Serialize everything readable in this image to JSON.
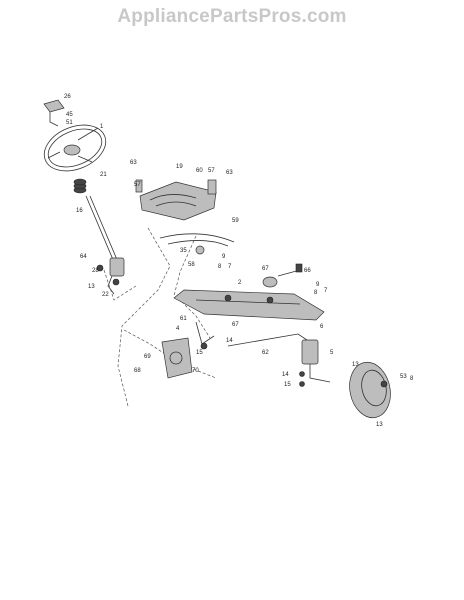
{
  "watermark": "AppliancePartsPros.com",
  "callouts": [
    {
      "id": "c26",
      "label": "26"
    },
    {
      "id": "c45",
      "label": "45"
    },
    {
      "id": "c51",
      "label": "51"
    },
    {
      "id": "c1",
      "label": "1"
    },
    {
      "id": "c21",
      "label": "21"
    },
    {
      "id": "c16",
      "label": "16"
    },
    {
      "id": "c64",
      "label": "64"
    },
    {
      "id": "c28",
      "label": "28"
    },
    {
      "id": "c13a",
      "label": "13"
    },
    {
      "id": "c22",
      "label": "22"
    },
    {
      "id": "c63a",
      "label": "63"
    },
    {
      "id": "c57a",
      "label": "57"
    },
    {
      "id": "c19",
      "label": "19"
    },
    {
      "id": "c60",
      "label": "60"
    },
    {
      "id": "c57b",
      "label": "57"
    },
    {
      "id": "c63b",
      "label": "63"
    },
    {
      "id": "c59",
      "label": "59"
    },
    {
      "id": "c35",
      "label": "35"
    },
    {
      "id": "c58",
      "label": "58"
    },
    {
      "id": "c9",
      "label": "9"
    },
    {
      "id": "c8a",
      "label": "8"
    },
    {
      "id": "c7a",
      "label": "7"
    },
    {
      "id": "c2",
      "label": "2"
    },
    {
      "id": "c67a",
      "label": "67"
    },
    {
      "id": "c66",
      "label": "66"
    },
    {
      "id": "c9b",
      "label": "9"
    },
    {
      "id": "c8b",
      "label": "8"
    },
    {
      "id": "c7b",
      "label": "7"
    },
    {
      "id": "c61",
      "label": "61"
    },
    {
      "id": "c4",
      "label": "4"
    },
    {
      "id": "c67b",
      "label": "67"
    },
    {
      "id": "c6",
      "label": "6"
    },
    {
      "id": "c15a",
      "label": "15"
    },
    {
      "id": "c14a",
      "label": "14"
    },
    {
      "id": "c62",
      "label": "62"
    },
    {
      "id": "c5",
      "label": "5"
    },
    {
      "id": "c69",
      "label": "69"
    },
    {
      "id": "c68",
      "label": "68"
    },
    {
      "id": "c70",
      "label": "70"
    },
    {
      "id": "c13b",
      "label": "13"
    },
    {
      "id": "c14b",
      "label": "14"
    },
    {
      "id": "c15b",
      "label": "15"
    },
    {
      "id": "c53",
      "label": "53"
    },
    {
      "id": "c8c",
      "label": "8"
    },
    {
      "id": "c13c",
      "label": "13"
    }
  ]
}
